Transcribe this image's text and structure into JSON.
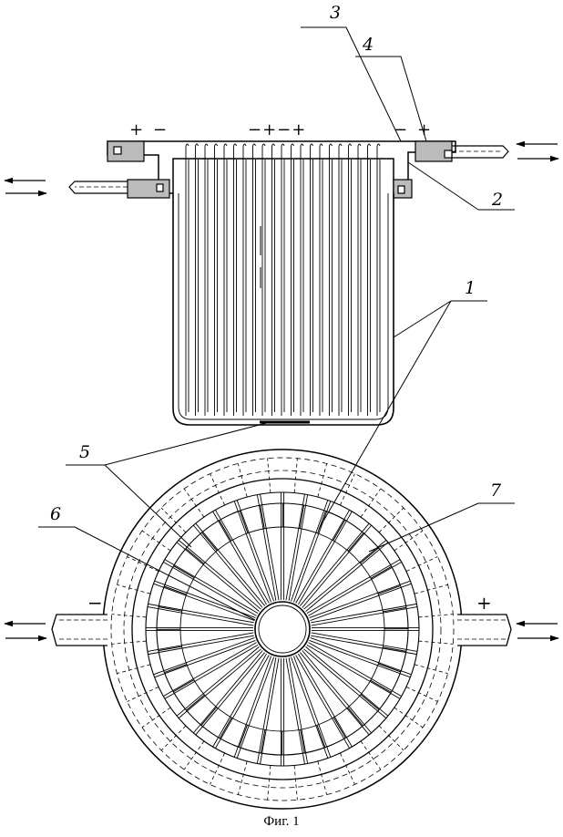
{
  "figure": {
    "caption": "Фиг. 1",
    "callouts": [
      "1",
      "2",
      "3",
      "4",
      "5",
      "6",
      "7"
    ],
    "polarity": {
      "top_left": [
        "+",
        "−"
      ],
      "top_center": "−+−+",
      "top_right": [
        "−",
        "+"
      ],
      "bottom_left": "−",
      "bottom_right": "+"
    }
  }
}
